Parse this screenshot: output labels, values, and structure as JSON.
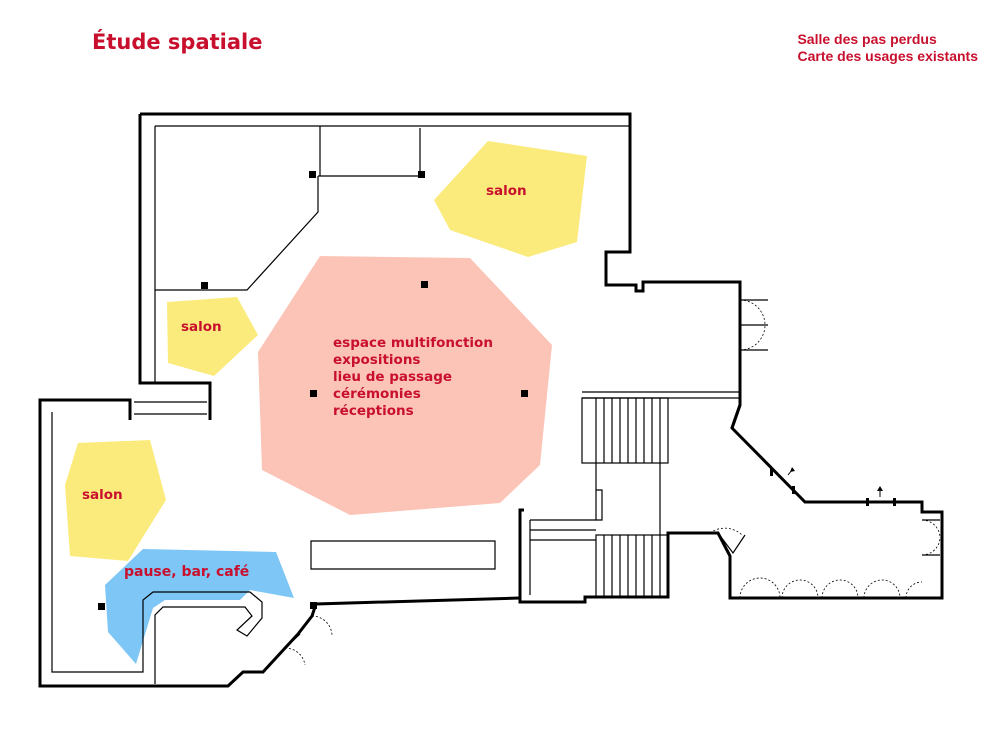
{
  "header": {
    "title": "Étude spatiale",
    "subtitle_line1": "Salle des pas perdus",
    "subtitle_line2": "Carte des usages existants"
  },
  "colors": {
    "text_red": "#c8102e",
    "salon_yellow": "#fbeb7d",
    "multifunction_pink": "#fcc4b6",
    "bar_blue": "#7ec6f5"
  },
  "zones": {
    "salon_top_right": "salon",
    "salon_middle_left": "salon",
    "salon_bottom_left": "salon",
    "multifunction_lines": [
      "espace multifonction",
      "expositions",
      "lieu de passage",
      "cérémonies",
      "réceptions"
    ],
    "bar": "pause, bar, café"
  }
}
